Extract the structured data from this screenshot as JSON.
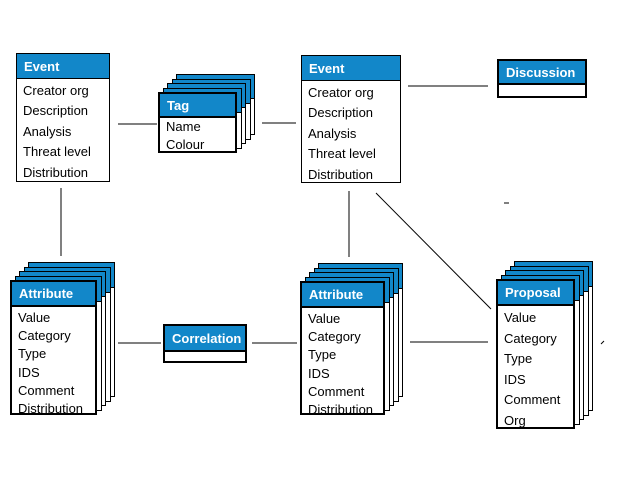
{
  "colors": {
    "header_bg": "#1287C9",
    "header_text": "#FFFFFF",
    "border": "#000000",
    "background": "#FFFFFF"
  },
  "entities": {
    "event_left": {
      "title": "Event",
      "fields": [
        "Creator org",
        "Description",
        "Analysis",
        "Threat level",
        "Distribution"
      ]
    },
    "tag": {
      "title": "Tag",
      "fields": [
        "Name",
        "Colour"
      ]
    },
    "event_right": {
      "title": "Event",
      "fields": [
        "Creator org",
        "Description",
        "Analysis",
        "Threat level",
        "Distribution"
      ]
    },
    "discussion": {
      "title": "Discussion",
      "fields": []
    },
    "attribute_left": {
      "title": "Attribute",
      "fields": [
        "Value",
        "Category",
        "Type",
        "IDS",
        "Comment",
        "Distribution"
      ]
    },
    "correlation": {
      "title": "Correlation",
      "fields": []
    },
    "attribute_center": {
      "title": "Attribute",
      "fields": [
        "Value",
        "Category",
        "Type",
        "IDS",
        "Comment",
        "Distribution"
      ]
    },
    "proposal": {
      "title": "Proposal",
      "fields": [
        "Value",
        "Category",
        "Type",
        "IDS",
        "Comment",
        "Org"
      ]
    }
  },
  "relationships": [
    {
      "from": "event_left",
      "to": "tag",
      "type": "line"
    },
    {
      "from": "tag",
      "to": "event_right",
      "type": "line"
    },
    {
      "from": "event_right",
      "to": "discussion",
      "type": "line"
    },
    {
      "from": "event_left",
      "to": "attribute_left",
      "type": "line"
    },
    {
      "from": "event_right",
      "to": "attribute_center",
      "type": "line"
    },
    {
      "from": "attribute_left",
      "to": "correlation",
      "type": "line"
    },
    {
      "from": "correlation",
      "to": "attribute_center",
      "type": "line"
    },
    {
      "from": "attribute_center",
      "to": "proposal",
      "type": "line"
    },
    {
      "from": "event_right",
      "to": "proposal",
      "type": "diagonal-line"
    }
  ]
}
